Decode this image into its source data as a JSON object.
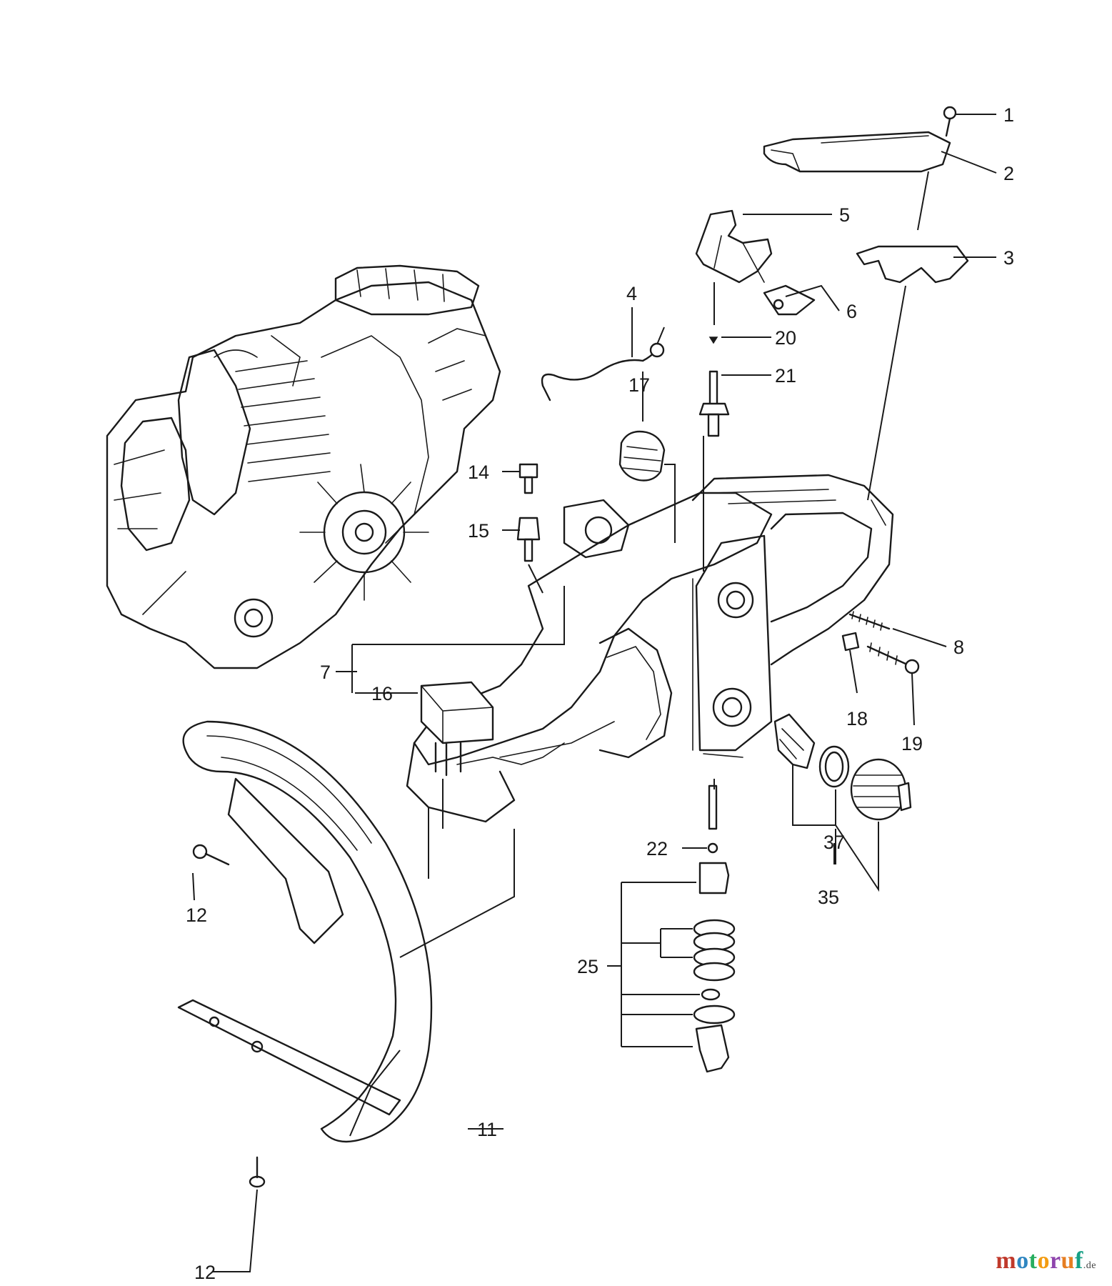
{
  "callouts": {
    "c1": "1",
    "c2": "2",
    "c3": "3",
    "c4": "4",
    "c5": "5",
    "c6": "6",
    "c7": "7",
    "c8": "8",
    "c11": "11",
    "c12a": "12",
    "c12b": "12",
    "c14": "14",
    "c15": "15",
    "c16": "16",
    "c17": "17",
    "c18": "18",
    "c19": "19",
    "c20": "20",
    "c21": "21",
    "c22": "22",
    "c25": "25",
    "c35": "35",
    "c37": "37"
  },
  "watermark": {
    "letters": [
      "m",
      "o",
      "t",
      "o",
      "r",
      "u",
      "f"
    ],
    "colors": [
      "#c0392b",
      "#2e86c1",
      "#27ae60",
      "#f39c12",
      "#8e44ad",
      "#e67e22",
      "#16a085"
    ],
    "tld": ".de"
  }
}
